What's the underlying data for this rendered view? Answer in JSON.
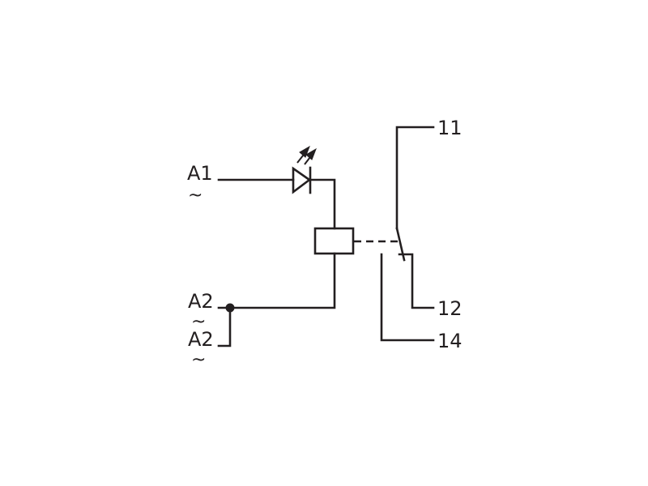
{
  "terminals": {
    "a1": "A1",
    "a1_symbol": "~",
    "a2": "A2",
    "a2_symbol": "~",
    "a2b": "A2",
    "a2b_symbol": "~",
    "t11": "11",
    "t12": "12",
    "t14": "14"
  },
  "colors": {
    "stroke": "#231f20",
    "background": "#ffffff"
  }
}
